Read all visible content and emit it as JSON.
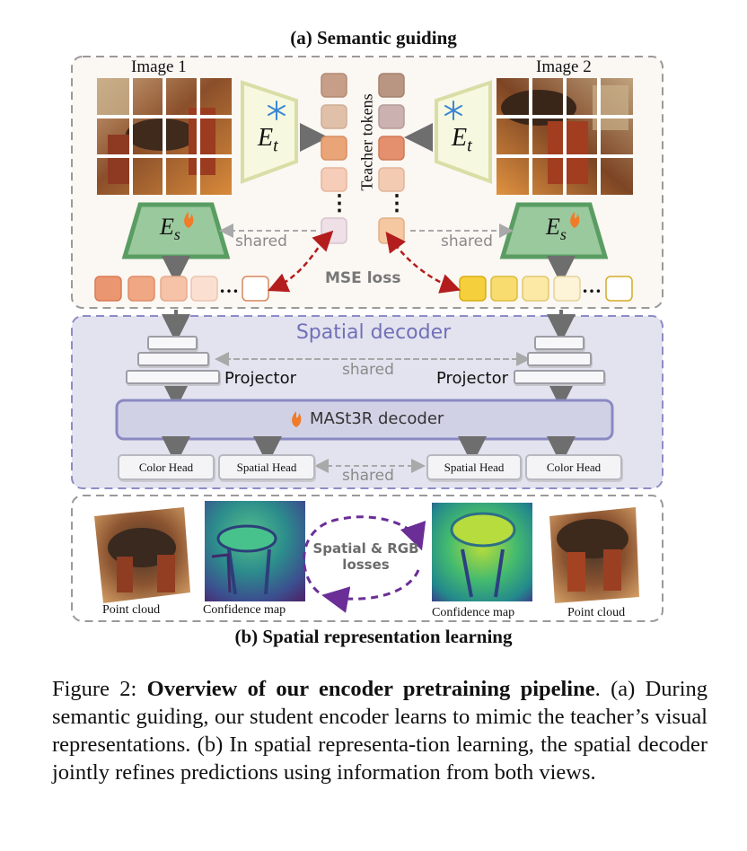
{
  "panel_a": {
    "title": "(a) Semantic guiding",
    "image1_label": "Image 1",
    "image2_label": "Image 2",
    "teacher_encoder": "E",
    "teacher_encoder_sub": "t",
    "student_encoder": "E",
    "student_encoder_sub": "s",
    "teacher_tokens_label": "Teacher tokens",
    "shared_left": "shared",
    "shared_right": "shared",
    "mse_loss": "MSE loss",
    "ellipsis": "…",
    "vdots": "⋮",
    "snowflake_icon": "snowflake",
    "fire_icon": "flame"
  },
  "spatial_decoder": {
    "title": "Spatial decoder",
    "projector_left": "Projector",
    "projector_right": "Projector",
    "shared_projector": "shared",
    "decoder_label": "MASt3R decoder",
    "heads": [
      "Color Head",
      "Spatial Head",
      "Spatial Head",
      "Color Head"
    ],
    "shared_heads": "shared"
  },
  "panel_b": {
    "title": "(b) Spatial representation learning",
    "losses_line1": "Spatial & RGB",
    "losses_line2": "losses",
    "point_cloud_left": "Point cloud",
    "confidence_left": "Confidence map",
    "confidence_right": "Confidence map",
    "point_cloud_right": "Point cloud"
  },
  "caption": {
    "prefix": "Figure 2: ",
    "bold": "Overview of our encoder pretraining pipeline",
    "rest": ". (a) During semantic guiding, our student encoder learns to mimic the teacher’s visual representations. (b) In spatial representa-tion learning, the spatial decoder jointly refines predictions using information from both views."
  },
  "colors": {
    "teacher_left": [
      "#c79f88",
      "#e0c0a8",
      "#e9a477",
      "#f6cdb8",
      "#efe0e8"
    ],
    "teacher_right": [
      "#b99682",
      "#cbb2b0",
      "#e48f6d",
      "#f3cbb2",
      "#f5c8a1"
    ],
    "student_left": [
      "#ea9670",
      "#f0a783",
      "#f6c2a8",
      "#fbe0d2",
      "#ffffff"
    ],
    "student_right": [
      "#f5cf3c",
      "#f9dc6f",
      "#fbe9a5",
      "#fdf3d6",
      "#ffffff"
    ],
    "encoder_fill": "#f5f7dc",
    "encoder_border": "#d6dca0",
    "student_fill": "#99c79c",
    "student_border": "#5a9d63",
    "decoder_panel": "#e3e3ef",
    "mse_arrow": "#b31d1d",
    "loss_arrow": "#6b2e97"
  }
}
